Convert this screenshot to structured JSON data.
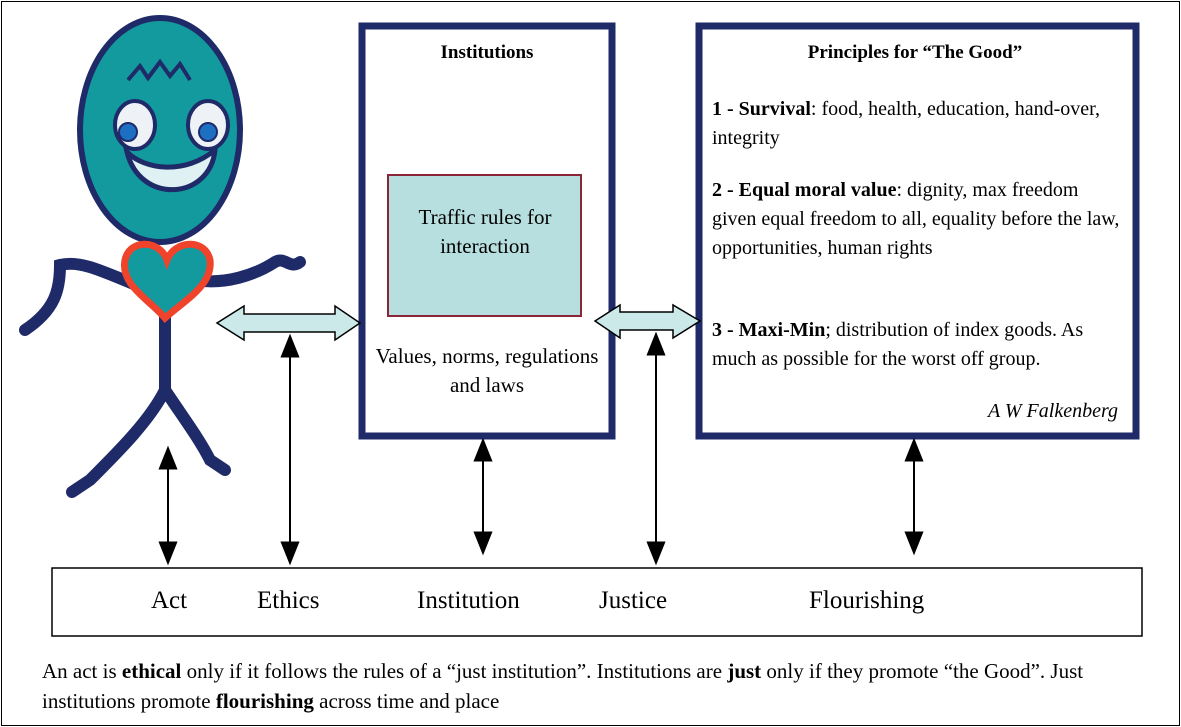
{
  "institutions": {
    "title": "Institutions",
    "inner_box": "Traffic rules for interaction",
    "caption": "Values, norms, regulations and laws"
  },
  "principles": {
    "title": "Principles for “The Good”",
    "items": [
      {
        "label": "1 - Survival",
        "text": ": food, health, education, hand-over, integrity"
      },
      {
        "label": "2 - Equal moral value",
        "text": ": dignity, max freedom given equal freedom to all, equality before the law, opportunities, human rights"
      },
      {
        "label": "3 - Maxi-Min",
        "text": "; distribution of index goods.  As much as possible for the worst off group."
      }
    ],
    "author": "A W Falkenberg"
  },
  "stages": [
    "Act",
    "Ethics",
    "Institution",
    "Justice",
    "Flourishing"
  ],
  "footer": {
    "parts": [
      "An act is ",
      "ethical",
      " only if it follows the rules of a “just institution”.  Institutions are ",
      "just",
      " only if they promote “the Good”.  Just institutions promote ",
      "flourishing",
      " across time and place"
    ]
  },
  "colors": {
    "figure_fill": "#139a9e",
    "figure_stroke": "#1f2a68",
    "heart_stroke": "#f0432b",
    "box_border": "#1f2a68",
    "inner_box_fill": "#b7dfe0",
    "inner_box_border": "#8b2638",
    "arrow_fill": "#cce9ea",
    "eye_white": "#eef2f6",
    "pupil": "#1d6fc2",
    "smile": "#dff1f2"
  }
}
